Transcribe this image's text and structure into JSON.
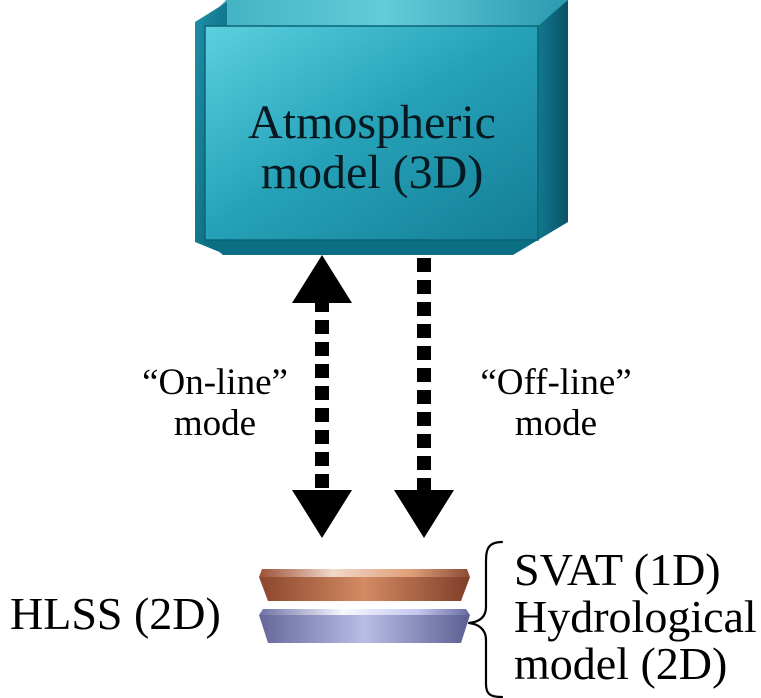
{
  "atmospheric_model": {
    "line1": "Atmospheric",
    "line2": "model (3D)"
  },
  "modes": {
    "online_line1": "“On-line”",
    "online_line2": "mode",
    "offline_line1": "“Off-line”",
    "offline_line2": "mode"
  },
  "surface": {
    "hlss": "HLSS (2D)",
    "svat": "SVAT (1D)",
    "hydrological_line1": "Hydrological",
    "hydrological_line2": "model (2D)"
  },
  "colors": {
    "atmosphere_front": "#2aaac0",
    "atmosphere_top": "#4cc5d6",
    "atmosphere_side": "#0f7d91",
    "svat_layer": "#c46a3f",
    "hydrological_layer": "#8a8fc4",
    "arrow": "#000000"
  }
}
